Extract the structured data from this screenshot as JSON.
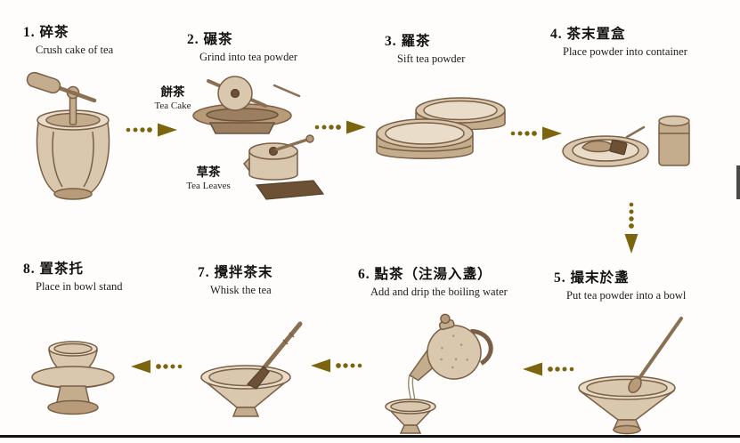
{
  "page": {
    "title": "Tea preparation steps diagram"
  },
  "colors": {
    "arrow": "#7b650e",
    "sketch": "#7a5f46",
    "ink": "#111111"
  },
  "steps": [
    {
      "zh": "1. 碎茶",
      "en": "Crush cake of tea"
    },
    {
      "zh": "2. 碾茶",
      "en": "Grind into tea powder"
    },
    {
      "zh": "3. 羅茶",
      "en": "Sift tea powder"
    },
    {
      "zh": "4. 茶末置盒",
      "en": "Place powder into container"
    },
    {
      "zh": "5. 撮末於盞",
      "en": "Put tea powder into a bowl"
    },
    {
      "zh": "6. 點茶（注湯入盞）",
      "en": "Add and drip the boiling water"
    },
    {
      "zh": "7. 攪拌茶末",
      "en": "Whisk the tea"
    },
    {
      "zh": "8. 置茶托",
      "en": "Place in bowl stand"
    }
  ],
  "annotations": {
    "tea_cake": {
      "zh": "餅茶",
      "en": "Tea Cake"
    },
    "tea_leaves": {
      "zh": "草茶",
      "en": "Tea Leaves"
    }
  }
}
